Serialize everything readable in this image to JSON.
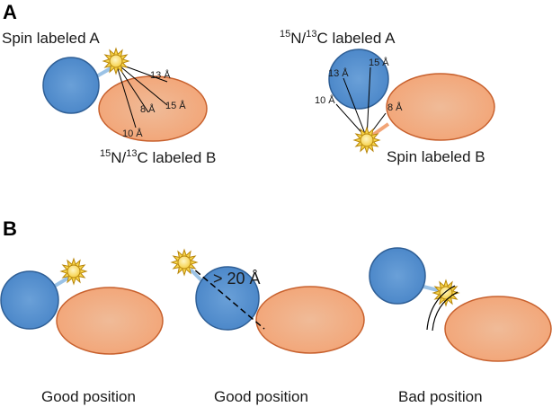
{
  "panel_a": {
    "letter": "A",
    "left": {
      "spin_label": "Spin labeled A",
      "iso_label": {
        "sup1": "15",
        "mid": "N/",
        "sup2": "13",
        "tail": "C labeled B"
      },
      "distances": [
        "13 Å",
        "15 Å",
        "8 Å",
        "10 Å"
      ]
    },
    "right": {
      "iso_label": {
        "sup1": "15",
        "mid": "N/",
        "sup2": "13",
        "tail": "C labeled A"
      },
      "spin_label": "Spin labeled B",
      "distances": [
        "15 Å",
        "13 Å",
        "10 Å",
        "8 Å"
      ]
    }
  },
  "panel_b": {
    "letter": "B",
    "distance_label": "> 20 Å",
    "captions": [
      "Good position",
      "Good position",
      "Bad position"
    ]
  },
  "colors": {
    "protein_a": "#4a86c8",
    "protein_a_edge": "#2f5f96",
    "protein_b": "#f2a577",
    "protein_b_edge": "#c8612e",
    "spin_label": "#f7d54a",
    "spin_edge": "#b8860b",
    "linker": "#9cc3e6"
  }
}
